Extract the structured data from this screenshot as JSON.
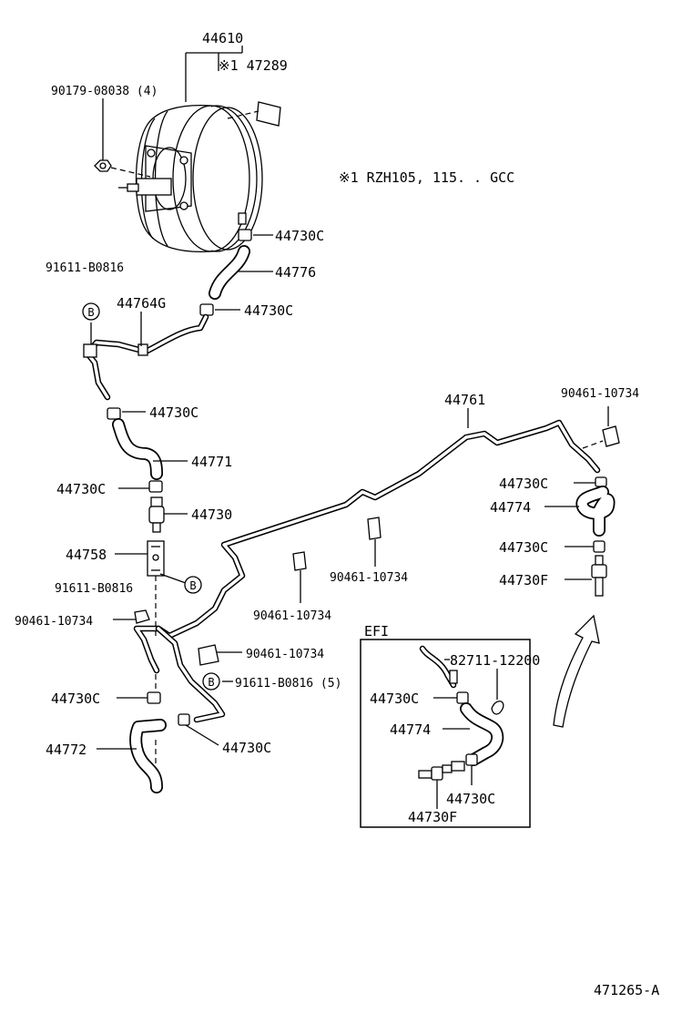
{
  "labels": {
    "booster": "44610",
    "gasket": "※1 47289",
    "nut": "90179-08038 (4)",
    "note": "※1 RZH105, 115. . GCC",
    "clip_top": "44730C",
    "hose_44776": "44776",
    "clip_mid": "44730C",
    "clamp_b_top": "91611-B0816",
    "b_marker": "B",
    "pipe_44764g": "44764G",
    "clip_left1": "44730C",
    "hose_44771": "44771",
    "clip_left2": "44730C",
    "valve_44730": "44730",
    "bracket_44758": "44758",
    "clamp_b_left": "91611-B0816",
    "clamp_90461_left": "90461-10734",
    "clip_left3": "44730C",
    "hose_44772": "44772",
    "clamp_90461_mid": "90461-10734",
    "clamp_b_5": "91611-B0816 (5)",
    "clip_bottom": "44730C",
    "clamp_90461_c1": "90461-10734",
    "clamp_90461_c2": "90461-10734",
    "pipe_44761": "44761",
    "clamp_90461_right": "90461-10734",
    "clip_right1": "44730C",
    "hose_44774": "44774",
    "clip_right2": "44730C",
    "fitting_right": "44730F",
    "efi_title": "EFI",
    "efi_part_82711": "82711-12200",
    "efi_clip1": "44730C",
    "efi_hose": "44774",
    "efi_clip2": "44730C",
    "efi_fitting": "44730F",
    "diagram_id": "471265-A"
  }
}
